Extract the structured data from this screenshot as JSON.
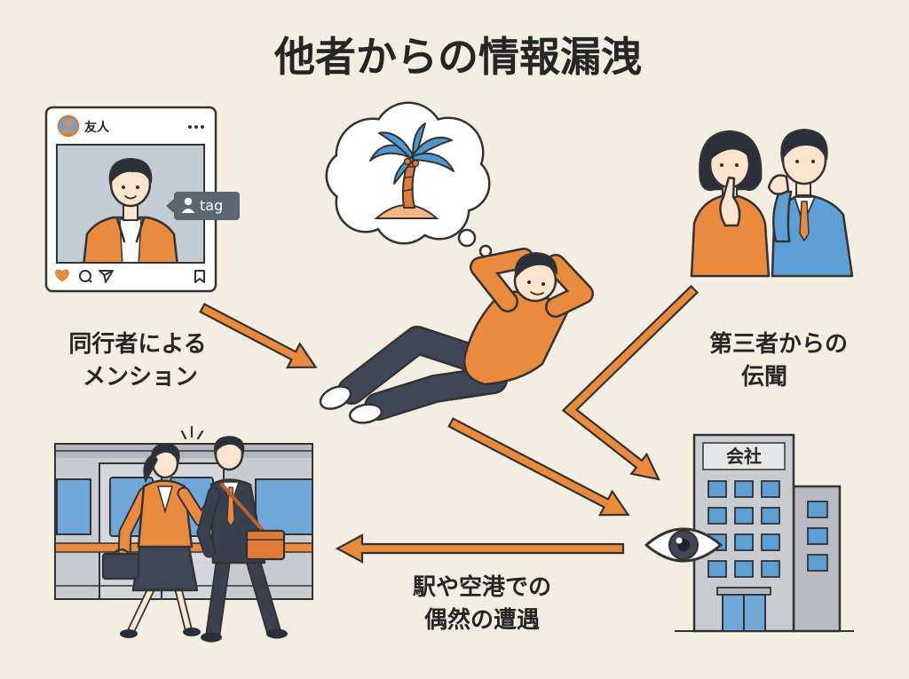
{
  "title": "他者からの情報漏洩",
  "social_post": {
    "user_name": "友人",
    "tag_label": "tag",
    "icons": [
      "user-avatar-icon",
      "more-dots-icon",
      "person-icon",
      "heart-icon",
      "comment-icon",
      "send-icon",
      "bookmark-icon"
    ]
  },
  "labels": {
    "mention": [
      "同行者による",
      "メンション"
    ],
    "hearsay": [
      "第三者からの",
      "伝聞"
    ],
    "encounter": [
      "駅や空港での",
      "偶然の遭遇"
    ]
  },
  "company": {
    "sign": "会社"
  },
  "icons": {
    "daydream": "palm-tree-icon",
    "watching": "eye-icon"
  },
  "colors": {
    "background": "#f4ede2",
    "accent": "#e98a3c",
    "outline": "#333333",
    "blue": "#5b9fd4",
    "navy": "#3e4657"
  }
}
